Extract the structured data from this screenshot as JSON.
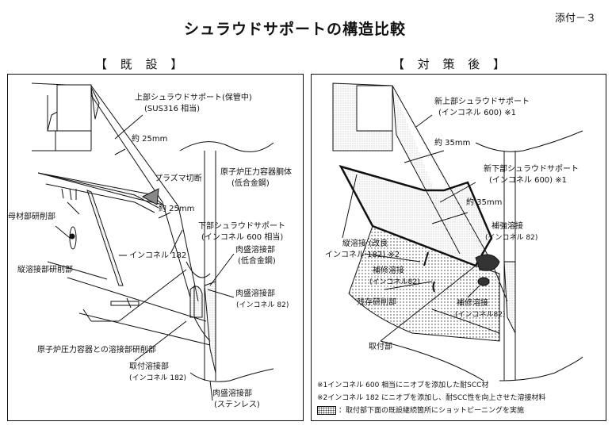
{
  "title": "シュラウドサポートの構造比較",
  "attachment": "添付－３",
  "existing": {
    "header": "【 既 設 】",
    "labels": {
      "upper_support": "上部シュラウドサポート(保管中)",
      "upper_support_mat": "(SUS316 相当)",
      "thickness_1": "約 25mm",
      "vessel_body": "原子炉圧力容器胴体",
      "vessel_body_mat": "(低合金鋼)",
      "plasma_cut": "プラズマ切断",
      "thickness_2": "約 25mm",
      "lower_support": "下部シュラウドサポート",
      "lower_support_mat": "(インコネル 600 相当)",
      "base_grind": "母材部研削部",
      "inconel182": "インコネル 182",
      "overlay_1": "肉盛溶接部",
      "overlay_1_mat": "(低合金鋼)",
      "vertical_weld_grind": "縦溶接部研削部",
      "overlay_2": "肉盛溶接部",
      "overlay_2_mat": "(インコネル 82)",
      "vessel_weld_grind": "原子炉圧力容器との溶接部研削部",
      "attach_weld": "取付溶接部",
      "attach_weld_mat": "(インコネル 182)",
      "overlay_3": "肉盛溶接部",
      "overlay_3_mat": "(ステンレス)"
    }
  },
  "after": {
    "header": "【 対 策 後 】",
    "labels": {
      "new_upper": "新上部シュラウドサポート",
      "new_upper_mat": "(インコネル 600) ※1",
      "thickness_1": "約 35mm",
      "new_lower": "新下部シュラウドサポート",
      "new_lower_mat": "(インコネル 600) ※1",
      "thickness_2": "約 35mm",
      "reinforce_weld": "補強溶接",
      "reinforce_weld_mat": "(インコネル 82)",
      "vertical_weld": "縦溶接 (改良",
      "vertical_weld_mat": "インコネル 182) ※2",
      "repair_weld_1": "補修溶接",
      "repair_weld_1_mat": "(インコネル82)",
      "residual_grind": "残存研削部",
      "repair_weld_2": "補修溶接",
      "repair_weld_2_mat": "(インコネル82)",
      "attach_part": "取付部"
    },
    "notes": [
      "※1インコネル 600 相当にニオブを添加した耐SCC材",
      "※2インコネル 182 にニオブを添加し、耐SCC性を向上させた溶接材料",
      "：取付部下面の既設継続箇所にショットピーニングを実施"
    ]
  }
}
